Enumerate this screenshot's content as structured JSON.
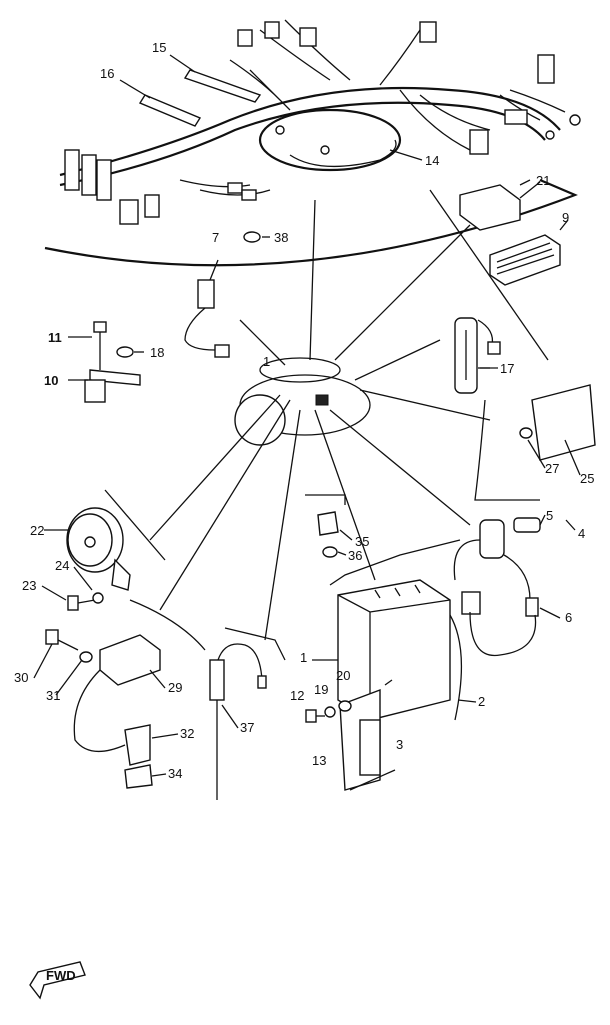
{
  "callouts": {
    "c1": "1",
    "c2": "2",
    "c3": "3",
    "c4": "4",
    "c5": "5",
    "c6": "6",
    "c7": "7",
    "c9": "9",
    "c10": "10",
    "c11": "11",
    "c12": "12",
    "c13": "13",
    "c14": "14",
    "c15": "15",
    "c16": "16",
    "c17": "17",
    "c18": "18",
    "c19": "19",
    "c20": "20",
    "c21": "21",
    "c22": "22",
    "c23": "23",
    "c24": "24",
    "c25": "25",
    "c27": "27",
    "c29": "29",
    "c30": "30",
    "c31": "31",
    "c32": "32",
    "c34": "34",
    "c35": "35",
    "c36": "36",
    "c37": "37",
    "c38": "38"
  },
  "fwd_marker": "FWD"
}
